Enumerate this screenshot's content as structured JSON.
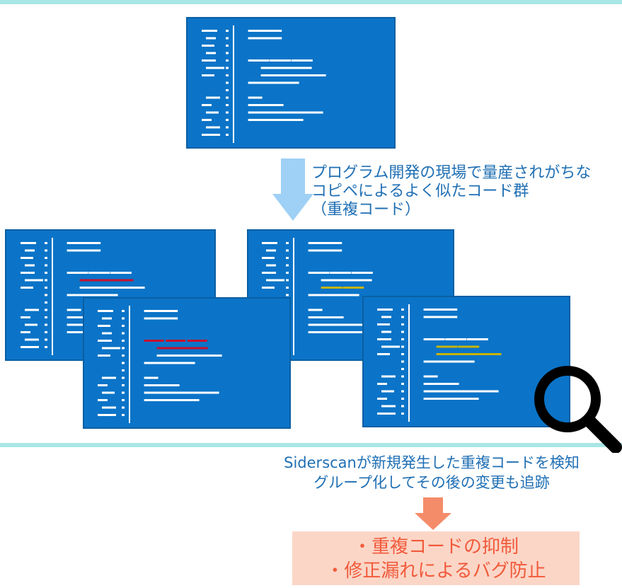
{
  "colors": {
    "panel_fill": "#0b74c8",
    "panel_border": "#0a5fa3",
    "code_line": "#ffffff",
    "highlight_red": "#c8102e",
    "highlight_yellow": "#c8b400",
    "arrow_blue": "#9fd0f5",
    "arrow_orange": "#f58c69",
    "caption_blue": "#1f6fb4",
    "result_bg": "#fbd6c7",
    "result_text": "#f15a3b",
    "divider": "#a9e6e6"
  },
  "caption_top": {
    "line1": "プログラム開発の現場で量産されがちな",
    "line2": "コピペによるよく似たコード群",
    "line3": "（重複コード）"
  },
  "caption_bottom": {
    "line1": "Siderscanが新規発生した重複コードを検知",
    "line2": "グループ化してその後の変更も追跡"
  },
  "result": {
    "line1": "・重複コードの抑制",
    "line2": "・修正漏れによるバグ防止"
  },
  "icons": {
    "magnifier": "magnifier-icon",
    "arrow_down_blue": "arrow-down-icon",
    "arrow_down_orange": "arrow-down-icon"
  }
}
